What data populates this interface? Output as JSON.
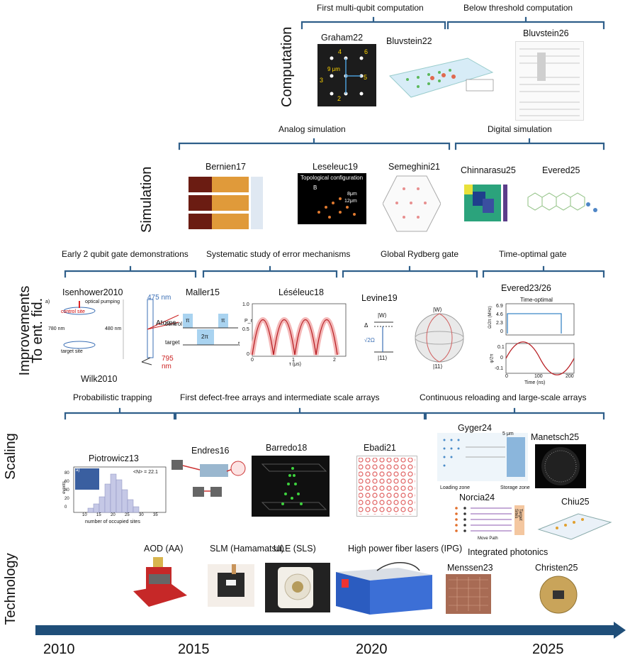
{
  "colors": {
    "bracket": "#2f5f8a",
    "arrow": "#1f4e79",
    "text": "#111111"
  },
  "rows": {
    "computation": "Computation",
    "simulation": "Simulation",
    "improvements_1": "Improvements",
    "improvements_2": "To ent. fid.",
    "scaling": "Scaling",
    "technology": "Technology"
  },
  "computation": {
    "groups": [
      "First multi-qubit computation",
      "Below threshold computation"
    ],
    "papers": [
      "Graham22",
      "Bluvstein22",
      "Bluvstein26"
    ]
  },
  "simulation": {
    "groups": [
      "Analog simulation",
      "Digital simulation"
    ],
    "papers": [
      "Bernien17",
      "Leseleuc19",
      "Semeghini21",
      "Chinnarasu25",
      "Evered25"
    ]
  },
  "improvements": {
    "groups": [
      "Early 2 qubit gate demonstrations",
      "Systematic study of error mechanisms",
      "Global Rydberg gate",
      "Time-optimal gate"
    ],
    "papers": [
      "Isenhower2010",
      "Wilk2010",
      "Maller15",
      "Léséleuc18",
      "Levine19",
      "Evered23/26"
    ]
  },
  "scaling": {
    "groups": [
      "Probabilistic trapping",
      "First defect-free arrays and intermediate scale arrays",
      "Continuous reloading and large-scale arrays"
    ],
    "papers": [
      "Piotrowicz13",
      "Endres16",
      "Barredo18",
      "Ebadi21",
      "Gyger24",
      "Manetsch25",
      "Norcia24",
      "Chiu25"
    ]
  },
  "technology": {
    "items": [
      "AOD (AA)",
      "SLM (Hamamatsu)",
      "ULE (SLS)",
      "High power fiber lasers  (IPG)",
      "Integrated photonics",
      "Menssen23",
      "Christen25"
    ]
  },
  "timeline": {
    "years": [
      "2010",
      "2015",
      "2020",
      "2025"
    ]
  },
  "figure_text": {
    "graham": [
      "4",
      "6",
      "3",
      "5",
      "2",
      "9 μm"
    ],
    "leseleuc19": [
      "Topological configuration",
      "B",
      "8μm",
      "12μm"
    ],
    "levine19": [
      "|W⟩",
      "Δ",
      "√2Ω",
      "|11⟩",
      "|W⟩",
      "|11⟩"
    ],
    "evered": [
      "Time-optimal",
      "6.9",
      "4.6",
      "2.3",
      "0",
      "0.1",
      "0",
      "-0.1",
      "0",
      "100",
      "200",
      "Time (ns)",
      "Ω/2π (MHz)",
      "φ/2π"
    ],
    "isenhower": [
      "optical pumping",
      "control site",
      "780 nm",
      "480 nm",
      "target site",
      "a)"
    ],
    "wilk": [
      "475 nm",
      "Atoms",
      "795 nm"
    ],
    "maller": [
      "control",
      "target",
      "π",
      "2π",
      "π",
      "t"
    ],
    "leseleuc18": [
      "1.0",
      "0.5",
      "0",
      "0",
      "1",
      "2",
      "τ (μs)",
      "P_r"
    ],
    "piotrowicz": [
      "<N> = 22.1",
      "number of occupied sites",
      "events",
      "a)",
      "10",
      "15",
      "20",
      "25",
      "30",
      "35",
      "80",
      "60",
      "40",
      "20",
      "0"
    ],
    "gyger": [
      "5 μm",
      "Loading zone",
      "Storage zone"
    ],
    "norcia": [
      "Move Path",
      "Target Sites"
    ]
  }
}
